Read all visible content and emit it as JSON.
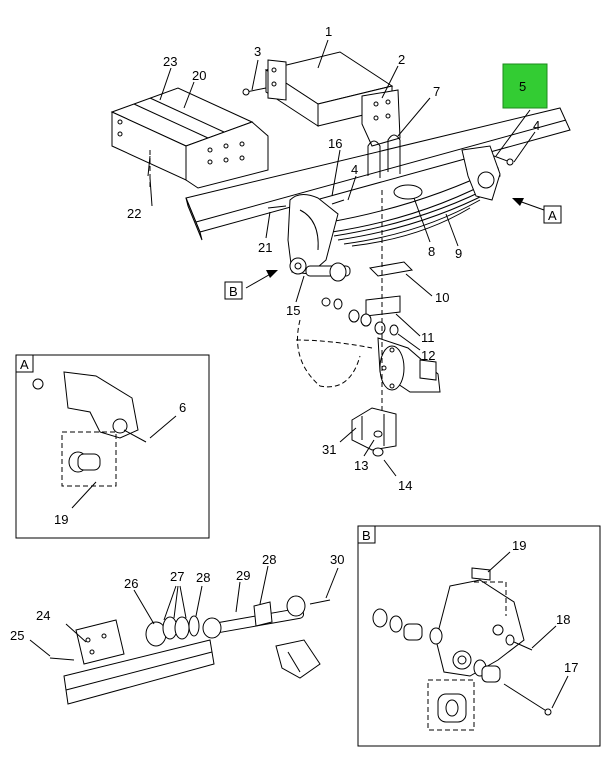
{
  "callouts": {
    "c1": "1",
    "c2": "2",
    "c3": "3",
    "c4a": "4",
    "c4b": "4",
    "c5": "5",
    "c6": "6",
    "c7": "7",
    "c8": "8",
    "c9": "9",
    "c10": "10",
    "c11": "11",
    "c12": "12",
    "c13": "13",
    "c14": "14",
    "c15": "15",
    "c16": "16",
    "c17": "17",
    "c18": "18",
    "c19a": "19",
    "c19b": "19",
    "c20": "20",
    "c21": "21",
    "c22": "22",
    "c23": "23",
    "c24": "24",
    "c25": "25",
    "c26": "26",
    "c27": "27",
    "c28a": "28",
    "c28b": "28",
    "c29": "29",
    "c30": "30",
    "c31": "31"
  },
  "view_labels": {
    "a_main": "A",
    "b_main": "B",
    "a_inset": "A",
    "b_inset": "B"
  },
  "highlight_color": "#33cc33"
}
